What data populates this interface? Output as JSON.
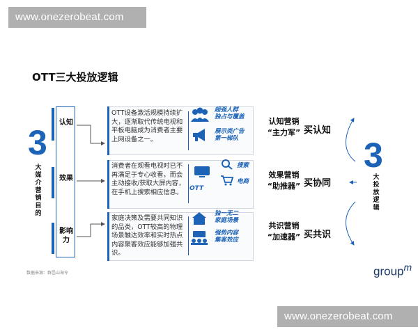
{
  "watermarks": {
    "top": "www.onezerobeat.com",
    "bottom": "www.onezerobeat.com"
  },
  "title": "OTT三大投放逻辑",
  "left_section": {
    "number": "3",
    "vertical_label": "大媒介营销目的"
  },
  "right_section": {
    "number": "3",
    "vertical_label": "大投放逻辑"
  },
  "stages": [
    {
      "label": "认知",
      "description": "OTT设备激活规模持续扩大，逐渐取代传统电视和平板电脑成为消费者主要上网设备之一。",
      "tags": [
        "超强人群",
        "独占与覆盖",
        "展示类广告",
        "第一梯队"
      ],
      "principle_title": "认知营销",
      "principle_subtitle": "“主力军”",
      "result": "买认知",
      "icons": [
        "people-group-icon",
        "megaphone-icon"
      ]
    },
    {
      "label": "效果",
      "description": "消费者在观看电视时已不再满足于专心收看，而会主动接收/获取大屏内容，在手机上搜索相应信息。",
      "tags": [
        "搜索",
        "电商",
        "OTT"
      ],
      "principle_title": "效果营销",
      "principle_subtitle": "“助推器”",
      "result": "买协同",
      "icons": [
        "tv-icon",
        "search-icon",
        "cart-icon"
      ]
    },
    {
      "label": "影响力",
      "description": "家庭决策及需要共同知识的品类，OTT较高的物理场景触达效率和实时热点内容聚客效应能够加强共识。",
      "tags": [
        "独一无二",
        "家庭场景",
        "强势内容",
        "集客效应"
      ],
      "principle_title": "共识营销",
      "principle_subtitle": "“加速器”",
      "result": "买共识",
      "icons": [
        "house-icon",
        "audience-icon"
      ]
    }
  ],
  "source_note": "数据来源：群邑山海令",
  "logo": {
    "text": "group",
    "mark": "m"
  },
  "colors": {
    "accent": "#1c63b7",
    "text": "#111111",
    "watermark_bg": "#b0b0b0"
  }
}
